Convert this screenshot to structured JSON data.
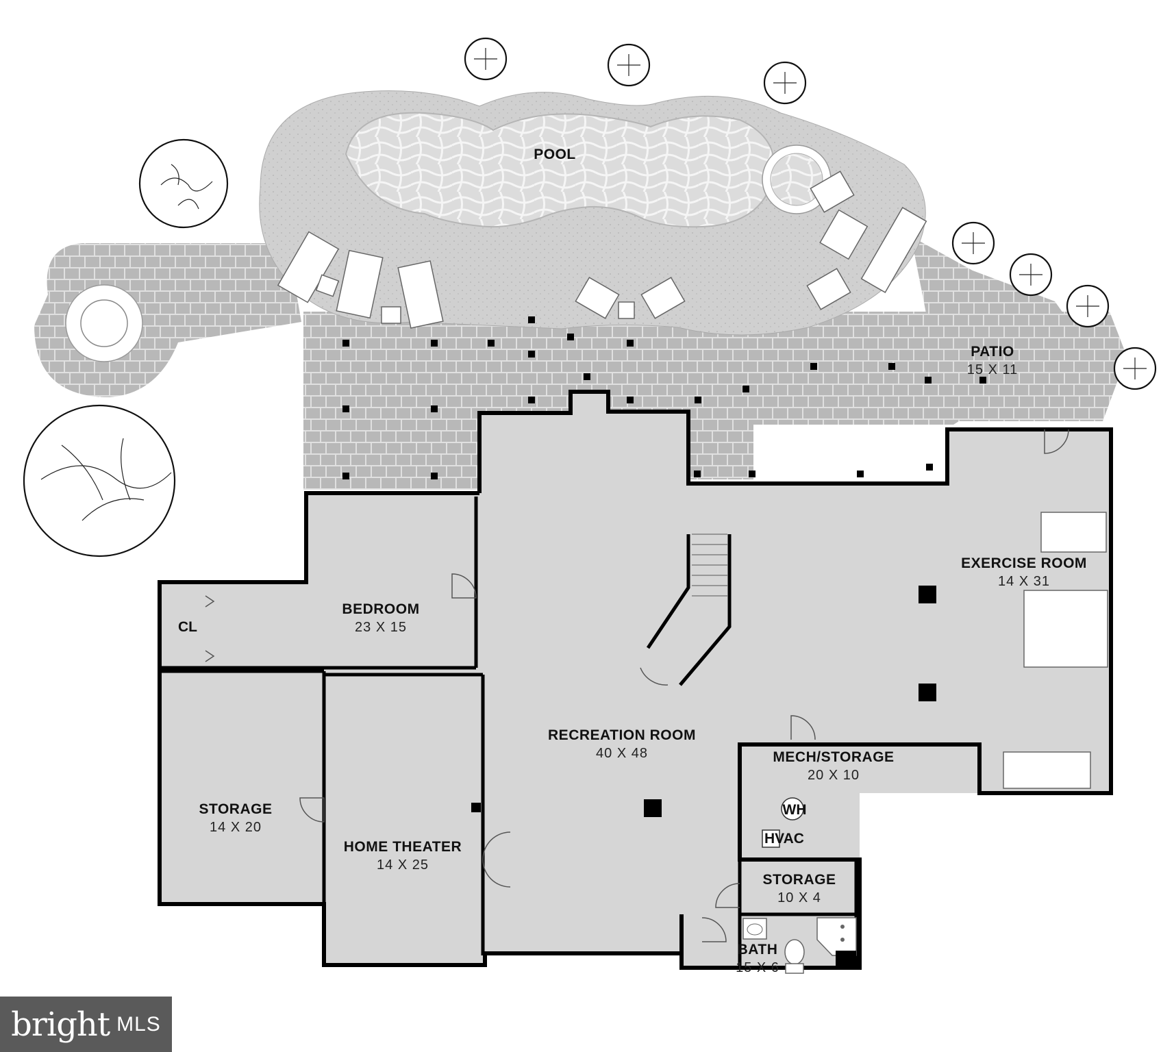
{
  "rooms": {
    "pool": {
      "name": "POOL",
      "dim": ""
    },
    "patio": {
      "name": "PATIO",
      "dim": "15 X 11"
    },
    "exercise": {
      "name": "EXERCISE ROOM",
      "dim": "14 X 31"
    },
    "bedroom": {
      "name": "BEDROOM",
      "dim": "23 X 15"
    },
    "closet": {
      "name": "CL",
      "dim": ""
    },
    "recreation": {
      "name": "RECREATION ROOM",
      "dim": "40 X 48"
    },
    "mech": {
      "name": "MECH/STORAGE",
      "dim": "20 X 10"
    },
    "storage_left": {
      "name": "STORAGE",
      "dim": "14 X 20"
    },
    "theater": {
      "name": "HOME THEATER",
      "dim": "14 X 25"
    },
    "storage_small": {
      "name": "STORAGE",
      "dim": "10 X 4"
    },
    "bath": {
      "name": "BATH",
      "dim": "15 X 6"
    }
  },
  "fixtures": {
    "water_heater": "WH",
    "hvac": "HVAC"
  },
  "watermark": {
    "brand": "bright",
    "suffix": "MLS"
  },
  "colors": {
    "floor": "#d6d6d6",
    "pool_deck": "#cfcfcf",
    "pavers": "#b9b9b9",
    "water": "#e2e2e2",
    "walls": "#000000"
  },
  "icons": [
    "tree-icon",
    "fire-pit-icon",
    "lounge-chair-icon",
    "stairs-icon",
    "toilet-icon",
    "sink-icon",
    "shower-icon"
  ]
}
